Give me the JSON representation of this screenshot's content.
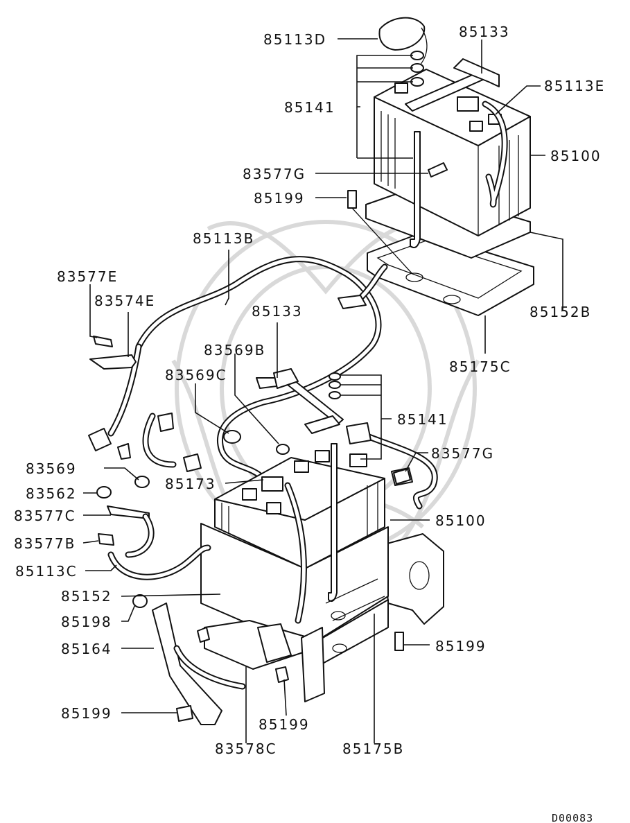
{
  "diagram_code": "D00083",
  "labels": [
    {
      "id": "l01",
      "text": "85113D"
    },
    {
      "id": "l02",
      "text": "85133"
    },
    {
      "id": "l03",
      "text": "85113E"
    },
    {
      "id": "l04",
      "text": "85141"
    },
    {
      "id": "l05",
      "text": "85100"
    },
    {
      "id": "l06",
      "text": "83577G"
    },
    {
      "id": "l07",
      "text": "85199"
    },
    {
      "id": "l08",
      "text": "85113B"
    },
    {
      "id": "l09",
      "text": "83577E"
    },
    {
      "id": "l10",
      "text": "83574E"
    },
    {
      "id": "l11",
      "text": "85133"
    },
    {
      "id": "l12",
      "text": "85152B"
    },
    {
      "id": "l13",
      "text": "83569B"
    },
    {
      "id": "l14",
      "text": "85175C"
    },
    {
      "id": "l15",
      "text": "83569C"
    },
    {
      "id": "l16",
      "text": "85141"
    },
    {
      "id": "l17",
      "text": "83577G"
    },
    {
      "id": "l18",
      "text": "83569"
    },
    {
      "id": "l19",
      "text": "85173"
    },
    {
      "id": "l20",
      "text": "83562"
    },
    {
      "id": "l21",
      "text": "83577C"
    },
    {
      "id": "l22",
      "text": "85100"
    },
    {
      "id": "l23",
      "text": "83577B"
    },
    {
      "id": "l24",
      "text": "85113C"
    },
    {
      "id": "l25",
      "text": "85152"
    },
    {
      "id": "l26",
      "text": "85198"
    },
    {
      "id": "l27",
      "text": "85164"
    },
    {
      "id": "l28",
      "text": "85199"
    },
    {
      "id": "l29",
      "text": "85199"
    },
    {
      "id": "l30",
      "text": "85199"
    },
    {
      "id": "l31",
      "text": "83578C"
    },
    {
      "id": "l32",
      "text": "85175B"
    }
  ]
}
